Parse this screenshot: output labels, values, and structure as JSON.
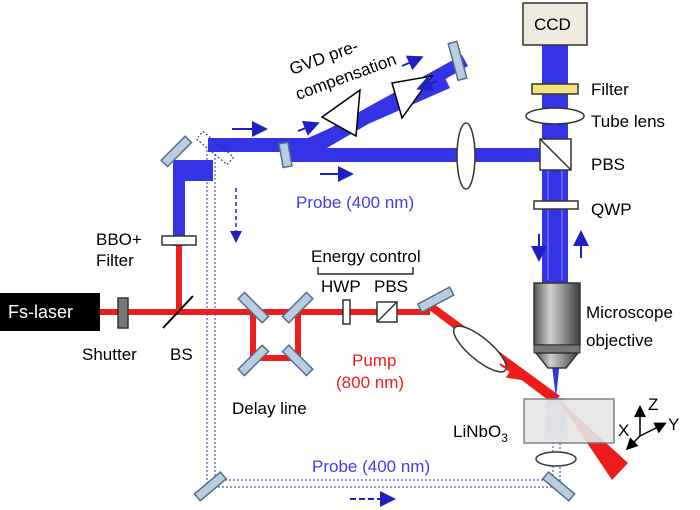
{
  "labels": {
    "fs_laser": "Fs-laser",
    "shutter": "Shutter",
    "bs": "BS",
    "bbo_line1": "BBO+",
    "bbo_line2": "Filter",
    "delay_line": "Delay line",
    "energy_control": "Energy control",
    "hwp": "HWP",
    "pbs_pump": "PBS",
    "pump_line1": "Pump",
    "pump_line2": "(800 nm)",
    "probe_upper": "Probe (400 nm)",
    "probe_lower": "Probe (400 nm)",
    "gvd_line1": "GVD pre-",
    "gvd_line2": "compensation",
    "ccd": "CCD",
    "filter": "Filter",
    "tube_lens": "Tube lens",
    "pbs_probe": "PBS",
    "qwp": "QWP",
    "objective_line1": "Microscope",
    "objective_line2": "objective",
    "sample_main": "LiNbO",
    "sample_sub": "3",
    "axis_x": "X",
    "axis_y": "Y",
    "axis_z": "Z"
  },
  "colors": {
    "pump_beam": "#ee1c1c",
    "probe_beam": "#3434e6",
    "probe_text": "#4040e8",
    "mirror_fill": "#b8cde0",
    "laser_box": "#000000"
  }
}
